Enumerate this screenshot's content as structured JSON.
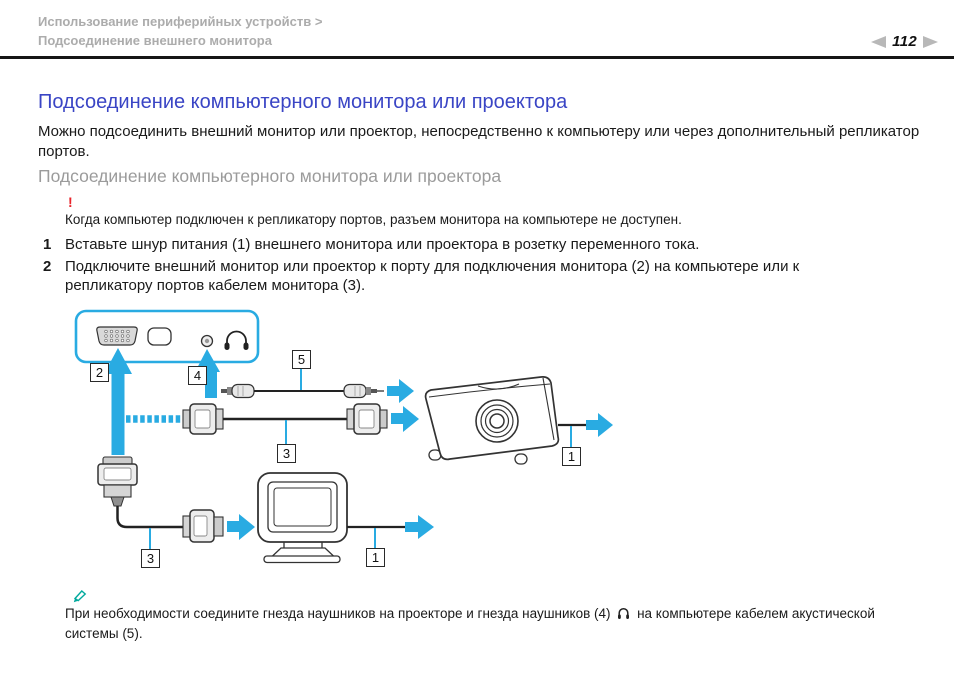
{
  "header": {
    "breadcrumb": {
      "line1": "Использование периферийных устройств >",
      "line2": "Подсоединение внешнего монитора"
    },
    "nav": {
      "page_number": "112",
      "prev_icon": "left-triangle",
      "next_icon": "right-triangle"
    }
  },
  "content": {
    "title": "Подсоединение компьютерного монитора или проектора",
    "intro": "Можно подсоединить внешний монитор или проектор, непосредственно к компьютеру или через дополнительный репликатор портов.",
    "subtitle": "Подсоединение компьютерного монитора или проектора",
    "warning": {
      "symbol": "!",
      "text": "Когда компьютер подключен к репликатору портов, разъем монитора на компьютере не доступен."
    },
    "steps": [
      {
        "number": "1",
        "text": "Вставьте шнур питания (1) внешнего монитора или проектора в розетку переменного тока."
      },
      {
        "number": "2",
        "text": "Подключите внешний монитор или проектор к порту для подключения монитора (2) на компьютере или к репликатору портов кабелем монитора (3)."
      }
    ],
    "note": {
      "text_before_icon": "При необходимости соедините гнезда наушников на проекторе и гнезда наушников (4)",
      "text_after_icon": "на компьютере кабелем акустической системы (5)."
    }
  },
  "diagram": {
    "callouts": [
      {
        "target": "monitor-port",
        "value": "2"
      },
      {
        "target": "headphones-jack",
        "value": "4"
      },
      {
        "target": "speaker-cable",
        "value": "5"
      },
      {
        "target": "monitor-cable",
        "value": "3"
      },
      {
        "target": "projector-power-cord",
        "value": "1"
      },
      {
        "target": "monitor-cable-bottom",
        "value": "3"
      },
      {
        "target": "monitor-power-cord",
        "value": "1"
      }
    ]
  },
  "colors": {
    "accent_cyan": "#29ABE2",
    "title_blue": "#3A45C5",
    "warning_red": "#E8232A",
    "note_teal": "#00A99D"
  }
}
